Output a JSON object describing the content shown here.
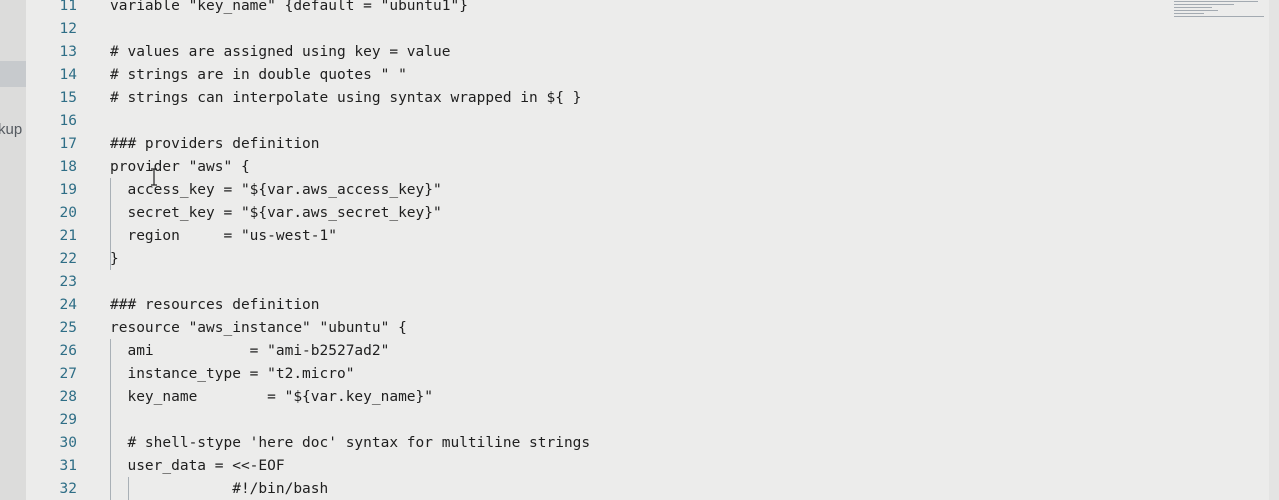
{
  "sidebar": {
    "partial_label": "kup"
  },
  "editor": {
    "lines": [
      {
        "num": "11",
        "text": "variable \"key_name\" {default = \"ubuntu1\"}"
      },
      {
        "num": "12",
        "text": ""
      },
      {
        "num": "13",
        "text": "# values are assigned using key = value"
      },
      {
        "num": "14",
        "text": "# strings are in double quotes \" \""
      },
      {
        "num": "15",
        "text": "# strings can interpolate using syntax wrapped in ${ }"
      },
      {
        "num": "16",
        "text": ""
      },
      {
        "num": "17",
        "text": "### providers definition"
      },
      {
        "num": "18",
        "text": "provider \"aws\" {"
      },
      {
        "num": "19",
        "text": "  access_key = \"${var.aws_access_key}\""
      },
      {
        "num": "20",
        "text": "  secret_key = \"${var.aws_secret_key}\""
      },
      {
        "num": "21",
        "text": "  region     = \"us-west-1\""
      },
      {
        "num": "22",
        "text": "}"
      },
      {
        "num": "23",
        "text": ""
      },
      {
        "num": "24",
        "text": "### resources definition"
      },
      {
        "num": "25",
        "text": "resource \"aws_instance\" \"ubuntu\" {"
      },
      {
        "num": "26",
        "text": "  ami           = \"ami-b2527ad2\""
      },
      {
        "num": "27",
        "text": "  instance_type = \"t2.micro\""
      },
      {
        "num": "28",
        "text": "  key_name        = \"${var.key_name}\""
      },
      {
        "num": "29",
        "text": ""
      },
      {
        "num": "30",
        "text": "  # shell-stype 'here doc' syntax for multiline strings"
      },
      {
        "num": "31",
        "text": "  user_data = <<-EOF"
      },
      {
        "num": "32",
        "text": "              #!/bin/bash"
      }
    ]
  },
  "colors": {
    "background": "#ececeb",
    "line_number": "#2f6e86",
    "code_text": "#1f1f1f",
    "indent_guide": "#a9b0b6",
    "sidebar": "#dcdcdb"
  }
}
